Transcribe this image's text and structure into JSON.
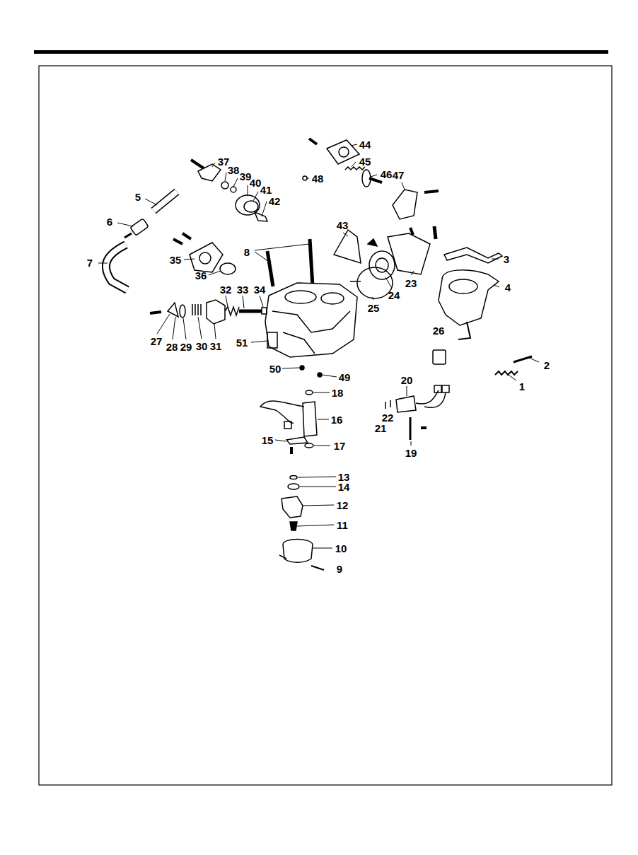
{
  "diagram": {
    "labels": [
      "44",
      "37",
      "45",
      "38",
      "48",
      "39",
      "46",
      "47",
      "40",
      "41",
      "5",
      "42",
      "6",
      "43",
      "8",
      "35",
      "3",
      "7",
      "36",
      "23",
      "4",
      "24",
      "32",
      "33",
      "34",
      "25",
      "26",
      "27",
      "28",
      "29",
      "30",
      "31",
      "51",
      "2",
      "50",
      "49",
      "20",
      "1",
      "18",
      "22",
      "16",
      "21",
      "15",
      "17",
      "19",
      "13",
      "14",
      "12",
      "11",
      "10",
      "9"
    ]
  }
}
